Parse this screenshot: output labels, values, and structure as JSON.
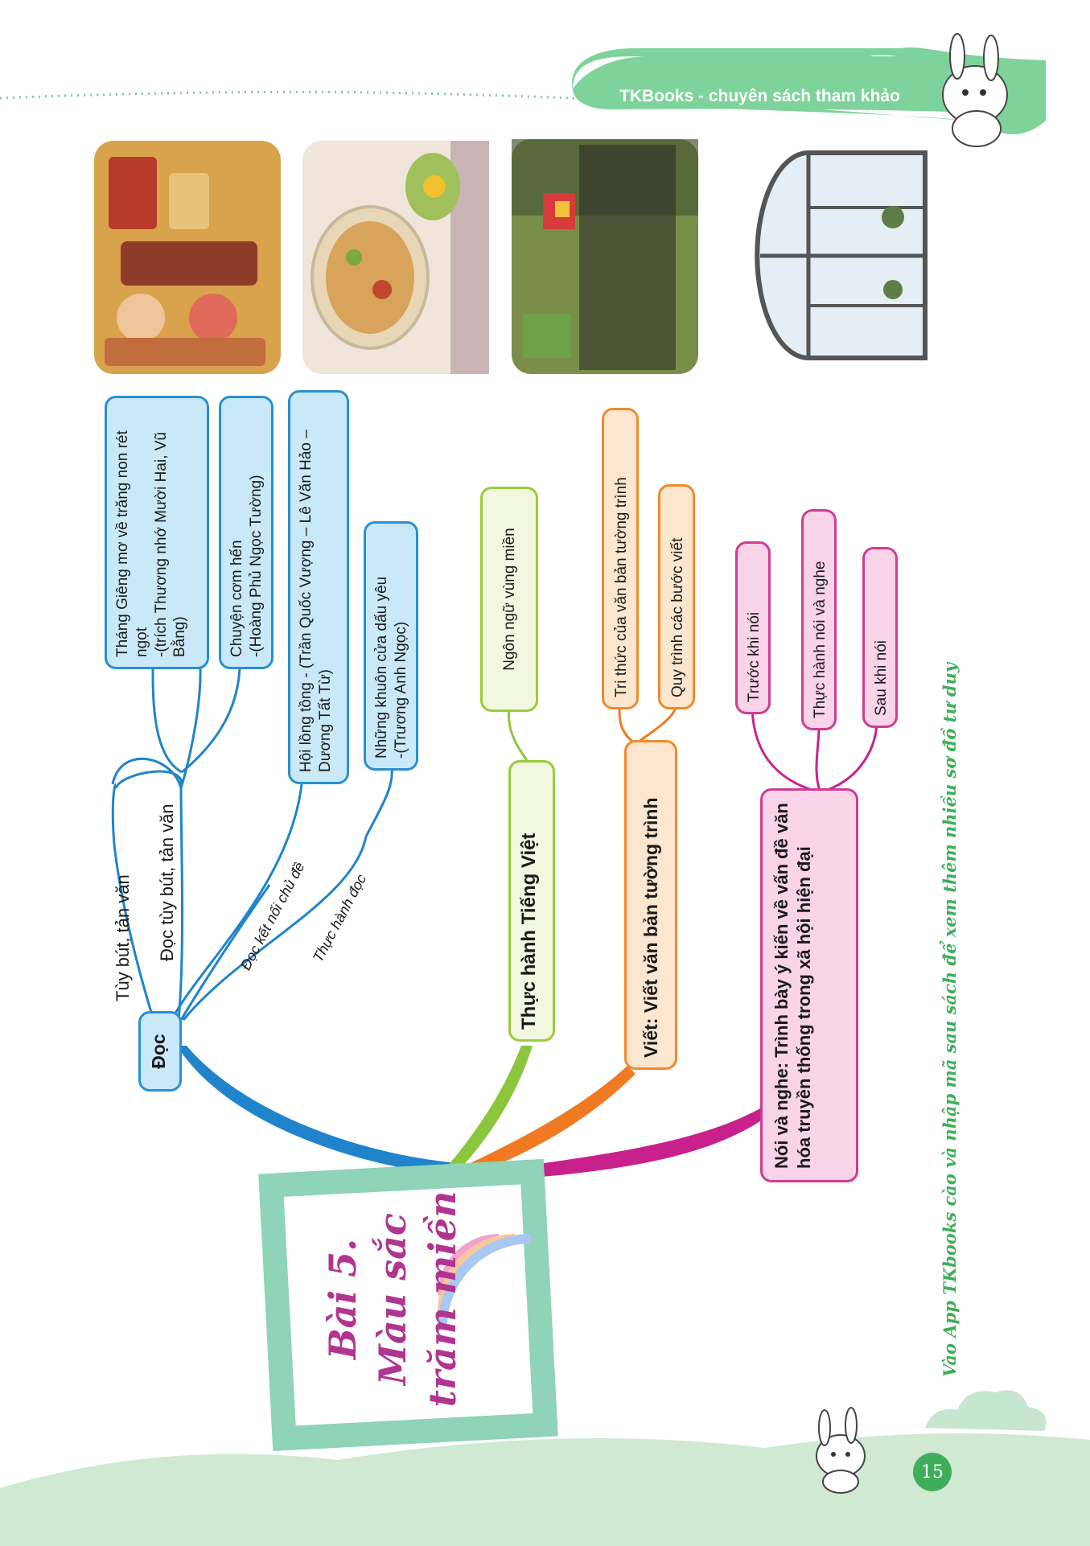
{
  "header": {
    "brand_text": "TKBooks - chuyên sách tham khảo"
  },
  "colors": {
    "doc": "#1f84cc",
    "tieng_viet": "#8cc63f",
    "viet": "#f07a22",
    "noi_nghe": "#c8218c",
    "header_bg": "#7ed39b",
    "frame": "#8fd3b8",
    "title": "#b0358f"
  },
  "images": [
    {
      "name": "tet-market-illustration"
    },
    {
      "name": "noodle-bowl-illustration"
    },
    {
      "name": "festival-crowd-photo"
    },
    {
      "name": "arched-window-illustration"
    }
  ],
  "center": {
    "line1": "Bài 5.",
    "line2": "Màu sắc",
    "line3": "trăm miền"
  },
  "doc": {
    "label": "Đọc",
    "branches": {
      "tuy_but": "Tùy bút, tản văn",
      "doc_tuy_but": "Đọc tùy bút, tản văn",
      "ket_noi": "Đọc kết nối chủ đề",
      "thuc_hanh_doc": "Thực hành đọc"
    },
    "texts": [
      "Tháng Giêng mơ về trăng non rét ngọt\n-(trích Thương nhớ Mười Hai, Vũ Bằng)",
      "Chuyện cơm hến\n-(Hoàng Phủ Ngọc Tường)",
      "Hội lồng tồng - (Trần Quốc Vượng – Lê Văn Hảo – Dương Tất Từ)",
      "Những khuôn cửa dấu yêu\n-(Trương Anh Ngọc)"
    ]
  },
  "tieng_viet": {
    "label": "Thực hành Tiếng Việt",
    "child": "Ngôn ngữ vùng miền"
  },
  "viet": {
    "label": "Viết: Viết văn bản tường trình",
    "children": [
      "Tri thức của văn bản tường trình",
      "Quy trình các bước viết"
    ]
  },
  "noi_nghe": {
    "label": "Nói và nghe: Trình bày ý kiến về vấn đề văn hóa truyền thống trong xã hội hiện đại",
    "children": [
      "Trước khi nói",
      "Thực hành nói và nghe",
      "Sau khi nói"
    ]
  },
  "footer": {
    "promo": "Vào App TKbooks cào và nhập mã sau sách để xem thêm nhiều sơ đồ tư duy",
    "page_number": "15"
  }
}
